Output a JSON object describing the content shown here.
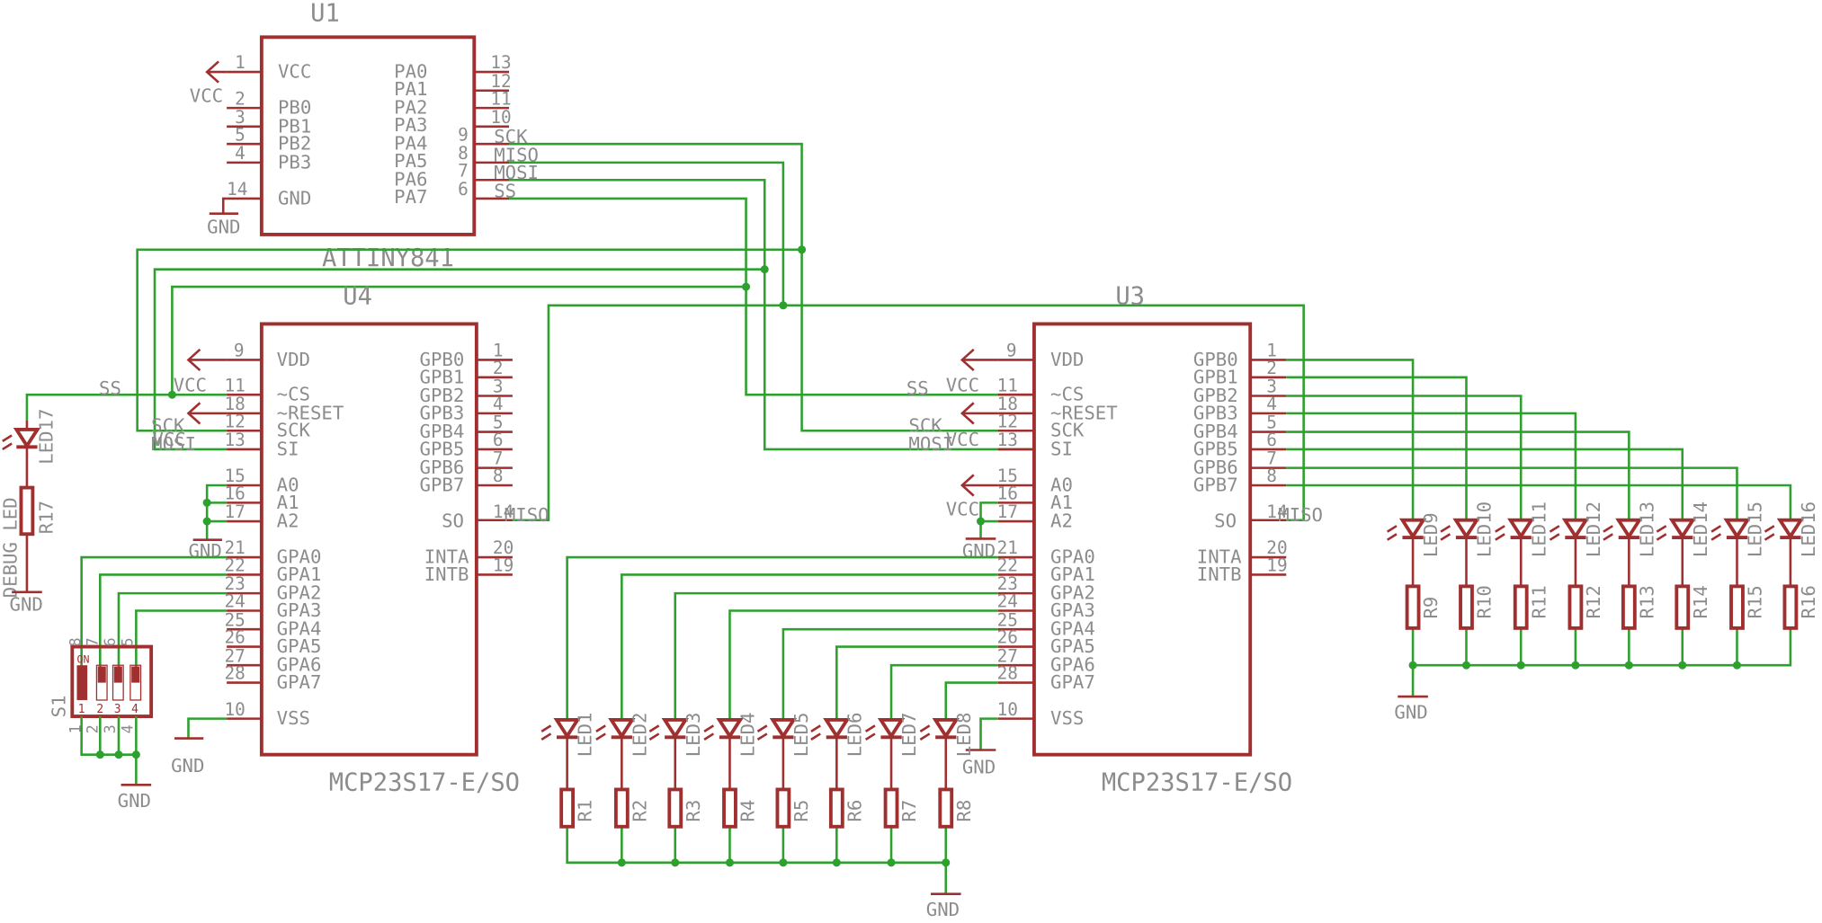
{
  "chips": {
    "u1": {
      "ref": "U1",
      "value": "ATTINY841",
      "left_pins": [
        {
          "num": "1",
          "name": "VCC"
        },
        {
          "num": "2",
          "name": "PB0"
        },
        {
          "num": "3",
          "name": "PB1"
        },
        {
          "num": "5",
          "name": "PB2"
        },
        {
          "num": "4",
          "name": "PB3"
        },
        {
          "num": "14",
          "name": "GND"
        }
      ],
      "right_pins": [
        {
          "num": "13",
          "name": "PA0"
        },
        {
          "num": "12",
          "name": "PA1"
        },
        {
          "num": "11",
          "name": "PA2"
        },
        {
          "num": "10",
          "name": "PA3"
        },
        {
          "num": "9",
          "name": "PA4"
        },
        {
          "num": "8",
          "name": "PA5"
        },
        {
          "num": "7",
          "name": "PA6"
        },
        {
          "num": "6",
          "name": "PA7"
        }
      ],
      "net_labels": [
        "SCK",
        "MISO",
        "MOSI",
        "SS"
      ]
    },
    "u4": {
      "ref": "U4",
      "value": "MCP23S17-E/SO",
      "left_pins": [
        {
          "num": "9",
          "name": "VDD"
        },
        {
          "num": "11",
          "name": "~CS"
        },
        {
          "num": "18",
          "name": "~RESET"
        },
        {
          "num": "12",
          "name": "SCK"
        },
        {
          "num": "13",
          "name": "SI"
        },
        {
          "num": "15",
          "name": "A0"
        },
        {
          "num": "16",
          "name": "A1"
        },
        {
          "num": "17",
          "name": "A2"
        },
        {
          "num": "21",
          "name": "GPA0"
        },
        {
          "num": "22",
          "name": "GPA1"
        },
        {
          "num": "23",
          "name": "GPA2"
        },
        {
          "num": "24",
          "name": "GPA3"
        },
        {
          "num": "25",
          "name": "GPA4"
        },
        {
          "num": "26",
          "name": "GPA5"
        },
        {
          "num": "27",
          "name": "GPA6"
        },
        {
          "num": "28",
          "name": "GPA7"
        },
        {
          "num": "10",
          "name": "VSS"
        }
      ],
      "right_pins": [
        {
          "num": "1",
          "name": "GPB0"
        },
        {
          "num": "2",
          "name": "GPB1"
        },
        {
          "num": "3",
          "name": "GPB2"
        },
        {
          "num": "4",
          "name": "GPB3"
        },
        {
          "num": "5",
          "name": "GPB4"
        },
        {
          "num": "6",
          "name": "GPB5"
        },
        {
          "num": "7",
          "name": "GPB6"
        },
        {
          "num": "8",
          "name": "GPB7"
        },
        {
          "num": "14",
          "name": "SO"
        },
        {
          "num": "20",
          "name": "INTA"
        },
        {
          "num": "19",
          "name": "INTB"
        }
      ],
      "net_labels": [
        "SS",
        "VCC",
        "VCC",
        "SCK",
        "MOSI",
        "MISO"
      ]
    },
    "u3": {
      "ref": "U3",
      "value": "MCP23S17-E/SO",
      "left_pins": [
        {
          "num": "9",
          "name": "VDD"
        },
        {
          "num": "11",
          "name": "~CS"
        },
        {
          "num": "18",
          "name": "~RESET"
        },
        {
          "num": "12",
          "name": "SCK"
        },
        {
          "num": "13",
          "name": "SI"
        },
        {
          "num": "15",
          "name": "A0"
        },
        {
          "num": "16",
          "name": "A1"
        },
        {
          "num": "17",
          "name": "A2"
        },
        {
          "num": "21",
          "name": "GPA0"
        },
        {
          "num": "22",
          "name": "GPA1"
        },
        {
          "num": "23",
          "name": "GPA2"
        },
        {
          "num": "24",
          "name": "GPA3"
        },
        {
          "num": "25",
          "name": "GPA4"
        },
        {
          "num": "26",
          "name": "GPA5"
        },
        {
          "num": "27",
          "name": "GPA6"
        },
        {
          "num": "28",
          "name": "GPA7"
        },
        {
          "num": "10",
          "name": "VSS"
        }
      ],
      "right_pins": [
        {
          "num": "1",
          "name": "GPB0"
        },
        {
          "num": "2",
          "name": "GPB1"
        },
        {
          "num": "3",
          "name": "GPB2"
        },
        {
          "num": "4",
          "name": "GPB3"
        },
        {
          "num": "5",
          "name": "GPB4"
        },
        {
          "num": "6",
          "name": "GPB5"
        },
        {
          "num": "7",
          "name": "GPB6"
        },
        {
          "num": "8",
          "name": "GPB7"
        },
        {
          "num": "14",
          "name": "SO"
        },
        {
          "num": "20",
          "name": "INTA"
        },
        {
          "num": "19",
          "name": "INTB"
        }
      ],
      "net_labels": [
        "SS",
        "VCC",
        "VCC",
        "SCK",
        "MOSI",
        "MISO",
        "VCC"
      ]
    }
  },
  "power": {
    "vcc": "VCC",
    "gnd": "GND"
  },
  "debug": {
    "led": "LED17",
    "resistor": "R17",
    "label": "DEBUG LED"
  },
  "switch": {
    "ref": "S1",
    "on": "ON",
    "top_pins": [
      "8",
      "7",
      "6",
      "5"
    ],
    "bottom_pins": [
      "1",
      "2",
      "3",
      "4"
    ],
    "positions": [
      "1",
      "2",
      "3",
      "4"
    ]
  },
  "bank_a": {
    "leds": [
      "LED1",
      "LED2",
      "LED3",
      "LED4",
      "LED5",
      "LED6",
      "LED7",
      "LED8"
    ],
    "resistors": [
      "R1",
      "R2",
      "R3",
      "R4",
      "R5",
      "R6",
      "R7",
      "R8"
    ]
  },
  "bank_b": {
    "leds": [
      "LED9",
      "LED10",
      "LED11",
      "LED12",
      "LED13",
      "LED14",
      "LED15",
      "LED16"
    ],
    "resistors": [
      "R9",
      "R10",
      "R11",
      "R12",
      "R13",
      "R14",
      "R15",
      "R16"
    ]
  },
  "colors": {
    "part": "#a0302f",
    "wire": "#2ea02e",
    "text": "#8c8c8c"
  }
}
